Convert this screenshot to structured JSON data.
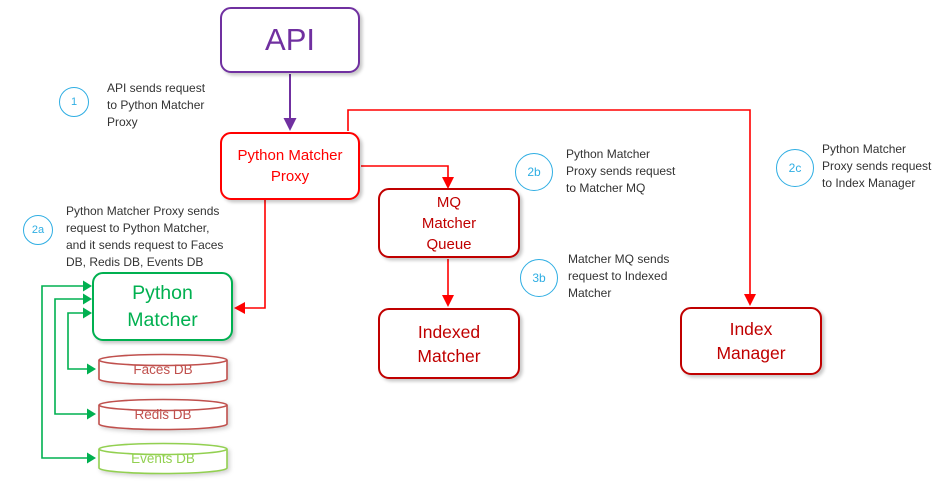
{
  "diagram": {
    "nodes": {
      "api": {
        "lines": [
          "API"
        ],
        "color": "#7030A0"
      },
      "python_matcher_proxy": {
        "lines": [
          "Python Matcher",
          "Proxy"
        ],
        "color": "#FF0000"
      },
      "mq_matcher_queue": {
        "lines": [
          "MQ",
          "Matcher",
          "Queue"
        ],
        "color": "#C00000"
      },
      "indexed_matcher": {
        "lines": [
          "Indexed",
          "Matcher"
        ],
        "color": "#C00000"
      },
      "index_manager": {
        "lines": [
          "Index",
          "Manager"
        ],
        "color": "#C00000"
      },
      "python_matcher": {
        "lines": [
          "Python",
          "Matcher"
        ],
        "color": "#00B050"
      },
      "faces_db": {
        "lines": [
          "Faces DB"
        ],
        "color": "#C0504D",
        "shape": "cylinder"
      },
      "redis_db": {
        "lines": [
          "Redis DB"
        ],
        "color": "#C0504D",
        "shape": "cylinder"
      },
      "events_db": {
        "lines": [
          "Events DB"
        ],
        "color": "#92D050",
        "shape": "cylinder"
      }
    },
    "annotations": [
      {
        "id": "1",
        "lines": [
          "API sends request",
          "to Python Matcher",
          "Proxy"
        ]
      },
      {
        "id": "2a",
        "lines": [
          "Python Matcher Proxy sends",
          "request to Python Matcher,",
          "and it sends request to Faces",
          "DB, Redis DB, Events DB"
        ]
      },
      {
        "id": "2b",
        "lines": [
          "Python Matcher",
          "Proxy sends request",
          "to Matcher MQ"
        ]
      },
      {
        "id": "3b",
        "lines": [
          "Matcher MQ sends",
          "request to Indexed",
          "Matcher"
        ]
      },
      {
        "id": "2c",
        "lines": [
          "Python Matcher",
          "Proxy sends request",
          "to Index Manager"
        ]
      }
    ],
    "colors": {
      "annotation_circle": "#2FAEE3",
      "purple_connector": "#7030A0",
      "red_connector": "#FF0000",
      "green_connector": "#00B050",
      "db_red": "#C0504D",
      "db_green": "#92D050"
    }
  }
}
